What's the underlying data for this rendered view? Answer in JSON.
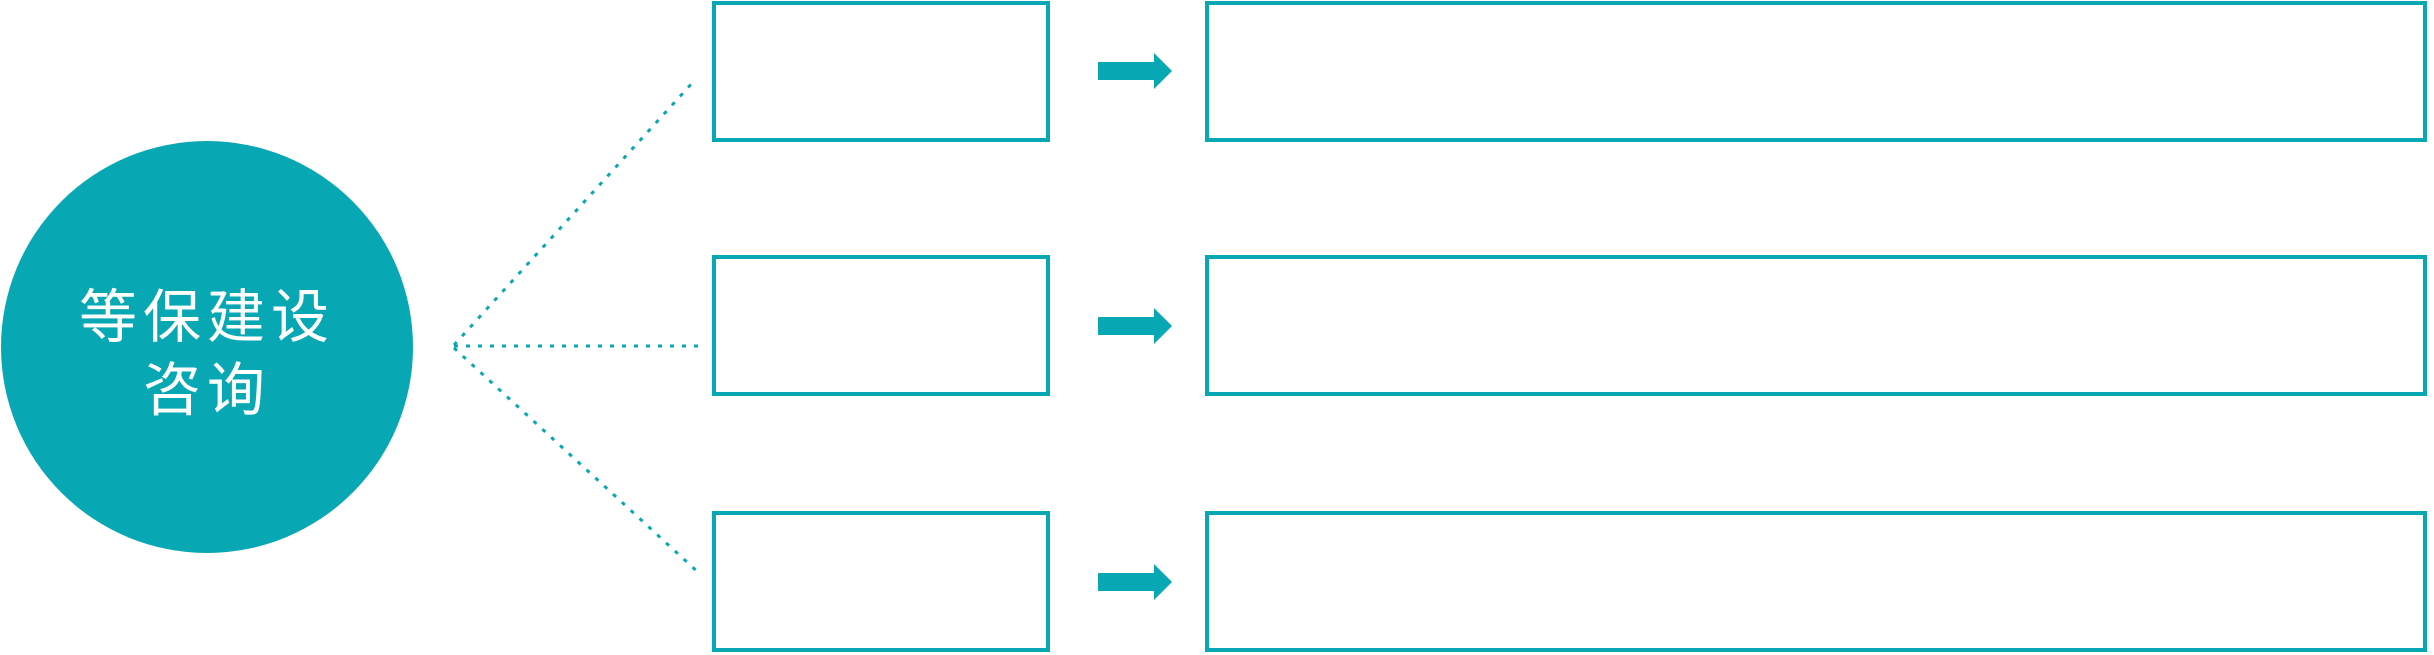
{
  "diagram": {
    "accent_color": "#08a7b4",
    "background_color": "#ffffff",
    "circle": {
      "label_lines": [
        "等保建设",
        "咨询"
      ],
      "text_color": "#ffffff"
    },
    "rows": [
      {
        "small_box_text": "",
        "large_box_text": ""
      },
      {
        "small_box_text": "",
        "large_box_text": ""
      },
      {
        "small_box_text": "",
        "large_box_text": ""
      }
    ],
    "icons": {
      "arrow": "right-arrow-icon",
      "connector": "dotted-line"
    }
  }
}
